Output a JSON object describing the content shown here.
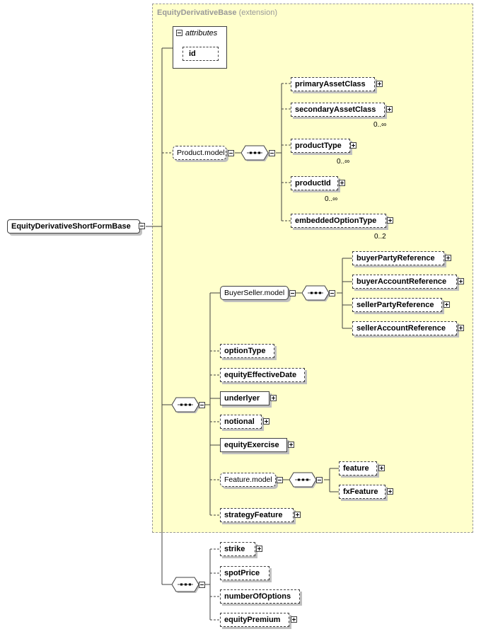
{
  "extension_region": {
    "base_name": "EquityDerivativeBase",
    "suffix": "(extension)"
  },
  "root": {
    "label": "EquityDerivativeShortFormBase"
  },
  "attributes": {
    "title": "attributes",
    "items": [
      "id"
    ]
  },
  "product_model": {
    "label": "Product.model",
    "children": [
      {
        "label": "primaryAssetClass",
        "occurs": ""
      },
      {
        "label": "secondaryAssetClass",
        "occurs": "0..∞"
      },
      {
        "label": "productType",
        "occurs": "0..∞"
      },
      {
        "label": "productId",
        "occurs": "0..∞"
      },
      {
        "label": "embeddedOptionType",
        "occurs": "0..2"
      }
    ]
  },
  "buyer_seller_model": {
    "label": "BuyerSeller.model",
    "children": [
      {
        "label": "buyerPartyReference"
      },
      {
        "label": "buyerAccountReference"
      },
      {
        "label": "sellerPartyReference"
      },
      {
        "label": "sellerAccountReference"
      }
    ]
  },
  "main_sequence": [
    {
      "label": "optionType"
    },
    {
      "label": "equityEffectiveDate"
    },
    {
      "label": "underlyer"
    },
    {
      "label": "notional"
    },
    {
      "label": "equityExercise"
    }
  ],
  "feature_model": {
    "label": "Feature.model",
    "children": [
      {
        "label": "feature"
      },
      {
        "label": "fxFeature"
      }
    ]
  },
  "strategy_feature": {
    "label": "strategyFeature"
  },
  "extension_sequence": [
    {
      "label": "strike"
    },
    {
      "label": "spotPrice"
    },
    {
      "label": "numberOfOptions"
    },
    {
      "label": "equityPremium"
    }
  ]
}
